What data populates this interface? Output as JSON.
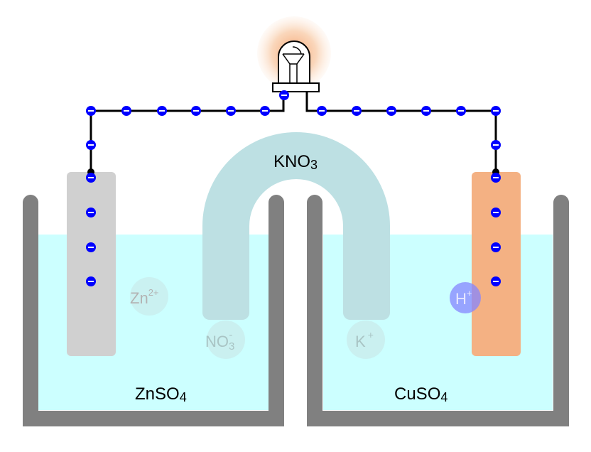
{
  "labels": {
    "salt_bridge": "KNO",
    "salt_bridge_sub": "3",
    "left_solution": "ZnSO",
    "left_solution_sub": "4",
    "right_solution": "CuSO",
    "right_solution_sub": "4"
  },
  "ions": {
    "zinc": {
      "symbol": "Zn",
      "charge": "2+"
    },
    "nitrate": {
      "symbol": "NO",
      "sub": "3",
      "charge": "-"
    },
    "potassium": {
      "symbol": "K",
      "charge": "+"
    },
    "hydrogen": {
      "symbol": "H",
      "charge": "+"
    }
  },
  "electron_symbol": "-",
  "colors": {
    "solution": "#ccffff",
    "beaker_wall": "#808080",
    "zinc_electrode": "#d0d0d0",
    "copper_electrode": "#f4b183",
    "salt_bridge": "#bde0e3",
    "electron": "#0000ff",
    "wire": "#000000",
    "bulb_glow": "#f8c9a4",
    "hydrogen_ion": "#8585ff",
    "spectator_ion": "#c8e4e4"
  }
}
